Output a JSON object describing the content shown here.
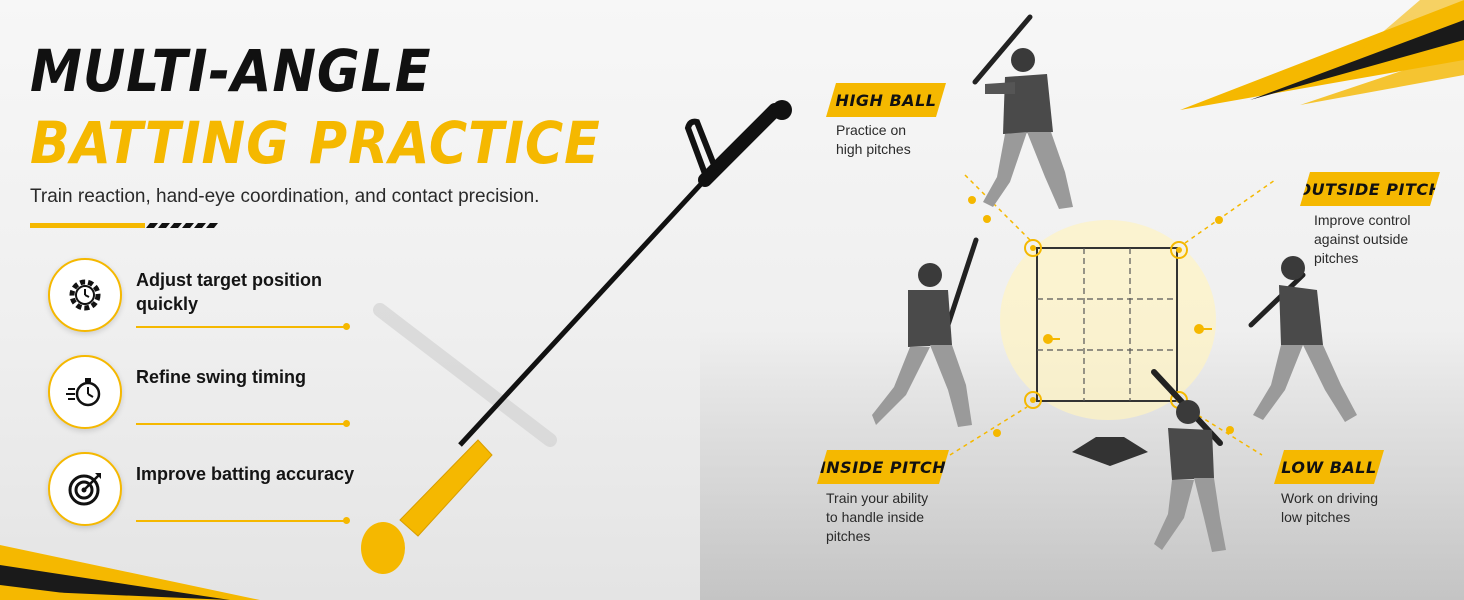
{
  "headline": {
    "line1": "MULTI-ANGLE",
    "line2": "BATTING PRACTICE",
    "subtitle": "Train reaction, hand-eye coordination, and contact precision."
  },
  "features": [
    {
      "label": "Adjust target position quickly",
      "icon": "gear-clock-icon"
    },
    {
      "label": "Refine swing timing",
      "icon": "stopwatch-icon"
    },
    {
      "label": "Improve batting accuracy",
      "icon": "target-icon"
    }
  ],
  "callouts": {
    "high_ball": {
      "tag": "HIGH BALL",
      "text_line1": "Practice on",
      "text_line2": "high pitches"
    },
    "outside_pitch": {
      "tag": "OUTSIDE PITCH",
      "text_line1": "Improve control",
      "text_line2": "against outside",
      "text_line3": "pitches"
    },
    "inside_pitch": {
      "tag": "INSIDE PITCH",
      "text_line1": "Train your ability",
      "text_line2": "to handle inside",
      "text_line3": "pitches"
    },
    "low_ball": {
      "tag": "LOW BALL",
      "text_line1": "Work on driving",
      "text_line2": "low pitches"
    }
  },
  "colors": {
    "accent": "#f5b800",
    "dark": "#111111",
    "background": "#f2f2f2"
  }
}
